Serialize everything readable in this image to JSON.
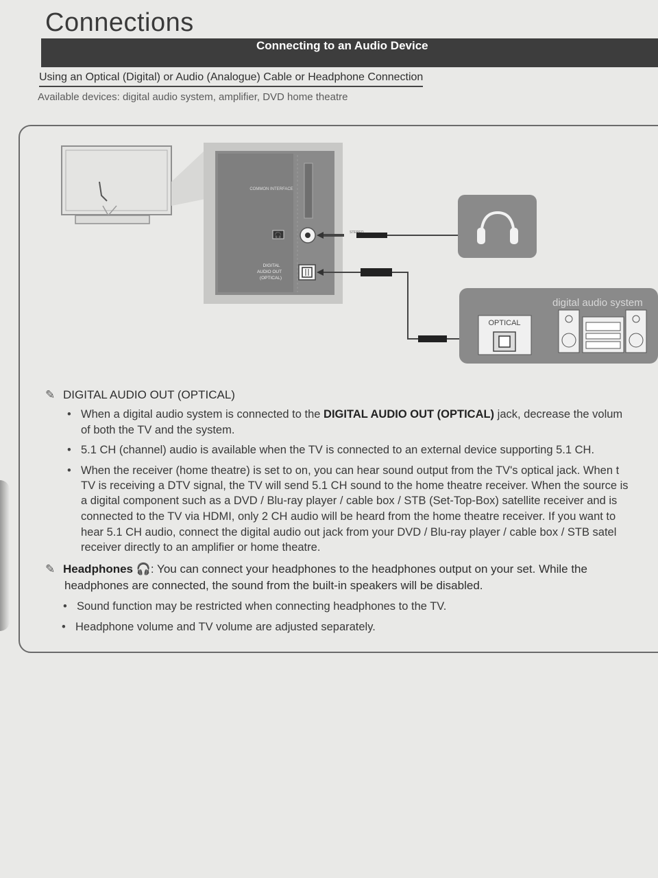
{
  "page": {
    "title": "Connections",
    "section_title": "Connecting to an Audio Device",
    "subsection_title": "Using an Optical (Digital) or Audio (Analogue) Cable or Headphone Connection",
    "available_devices": "Available devices: digital audio system, amplifier, DVD home theatre"
  },
  "diagram": {
    "port_labels": {
      "common_interface": "COMMON INTERFACE",
      "digital_audio_out_1": "DIGITAL",
      "digital_audio_out_2": "AUDIO OUT",
      "digital_audio_out_3": "(OPTICAL)"
    },
    "device_label": "digital audio system",
    "optical_label": "OPTICAL",
    "cable_label": "STEREO"
  },
  "notes": {
    "digital": {
      "heading": "DIGITAL AUDIO OUT (OPTICAL)",
      "b1_line1_pre": "When a digital audio system is connected to the ",
      "b1_line1_bold": "DIGITAL AUDIO OUT (OPTICAL)",
      "b1_line1_post": " jack, decrease the volum",
      "b1_line2": "of both the TV and the system.",
      "b2": "5.1 CH (channel) audio is available when the TV is connected to an external device supporting 5.1 CH.",
      "b3_lines": [
        "When the receiver (home theatre) is set to on, you can hear sound output from the TV's optical jack. When t",
        "TV is receiving a DTV signal, the TV will send 5.1 CH sound to the home theatre receiver. When the source is",
        "a digital component such as a DVD / Blu-ray player / cable box / STB (Set-Top-Box) satellite receiver and is",
        "connected to the TV via HDMI, only 2 CH audio will be heard from the home theatre receiver. If you want to",
        "hear 5.1 CH audio, connect the digital audio out jack from your DVD / Blu-ray player / cable box / STB satel",
        "receiver directly to an amplifier or home theatre."
      ]
    },
    "headphones": {
      "heading": "Headphones",
      "text_line1": ": You can connect your headphones to the headphones output on your set. While the",
      "text_line2": "headphones are connected, the sound from the built-in speakers will be disabled.",
      "b1": "Sound function may be restricted when connecting headphones to the TV.",
      "b2": "Headphone volume and TV volume are adjusted separately."
    }
  },
  "icons": [
    "pencil-icon",
    "headphone-icon",
    "tv-icon",
    "digital-audio-system-icon"
  ],
  "colors": {
    "paper": "#e9e9e7",
    "section_bar": "#3d3d3d",
    "diagram_panel": "#8a8a8a"
  }
}
